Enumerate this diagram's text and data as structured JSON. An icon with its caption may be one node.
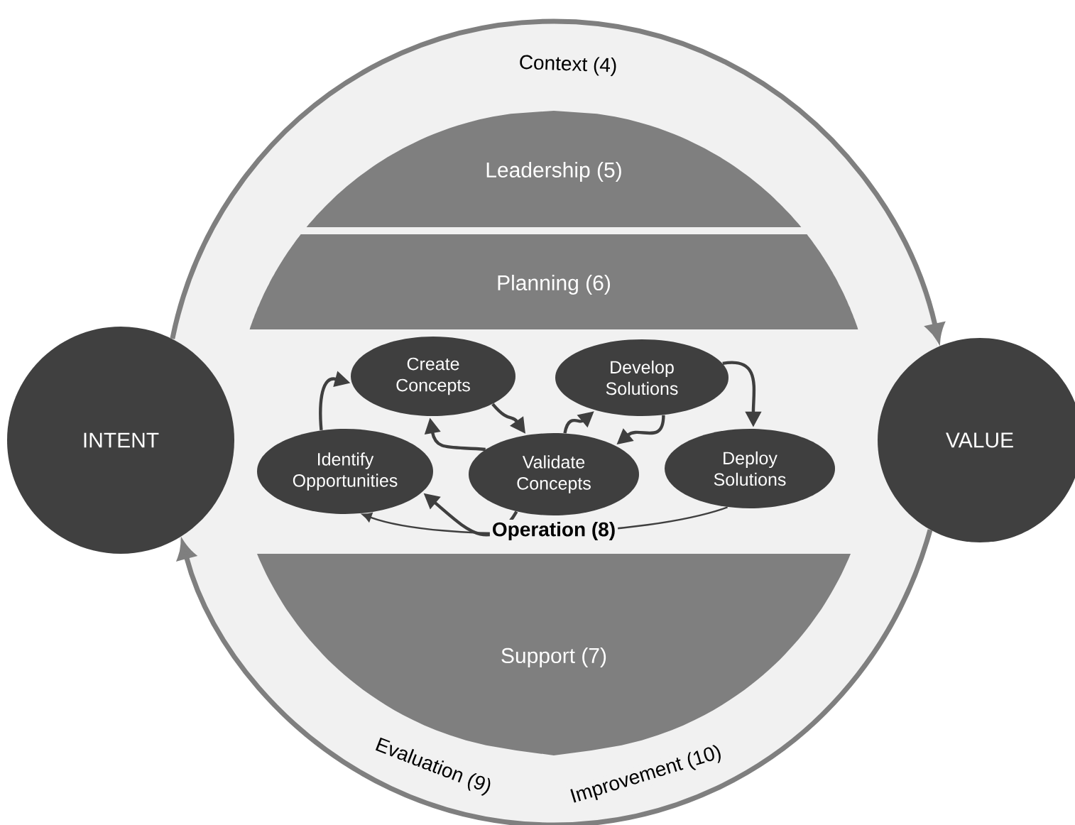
{
  "diagram": {
    "nodes": [
      {
        "text": [
          "INTENT"
        ]
      },
      {
        "text": [
          "VALUE"
        ]
      },
      {
        "text": [
          "Leadership (5)"
        ]
      },
      {
        "text": [
          "Planning (6)"
        ]
      },
      {
        "text": [
          "Support (7)"
        ]
      },
      {
        "text": [
          "Create Concepts"
        ]
      },
      {
        "text": [
          "Develop Solutions"
        ]
      },
      {
        "text": [
          "Identify Opportunities"
        ]
      },
      {
        "text": [
          "Validate Concepts"
        ]
      },
      {
        "text": [
          "Deploy Solutions"
        ]
      }
    ],
    "edges": [
      {
        "from": 0,
        "to": 1,
        "arrow": "to",
        "label": "Context (4)",
        "color": "#7f7f7f"
      },
      {
        "from": 1,
        "to": 0,
        "arrow": "to",
        "label": "Evaluation (9)",
        "color": "#7f7f7f"
      },
      {
        "from": 7,
        "to": 5,
        "arrow": "to"
      },
      {
        "from": 5,
        "to": 8,
        "arrow": "to"
      },
      {
        "from": 8,
        "to": 5,
        "arrow": "to"
      },
      {
        "from": 8,
        "to": 6,
        "arrow": "to"
      },
      {
        "from": 6,
        "to": 8,
        "arrow": "to"
      },
      {
        "from": 6,
        "to": 9,
        "arrow": "to"
      },
      {
        "from": 8,
        "to": 7,
        "arrow": "to"
      },
      {
        "from": 9,
        "to": 7,
        "arrow": "to",
        "label": "Operation (8)"
      }
    ],
    "labels": [
      "Improvement (10)"
    ]
  }
}
